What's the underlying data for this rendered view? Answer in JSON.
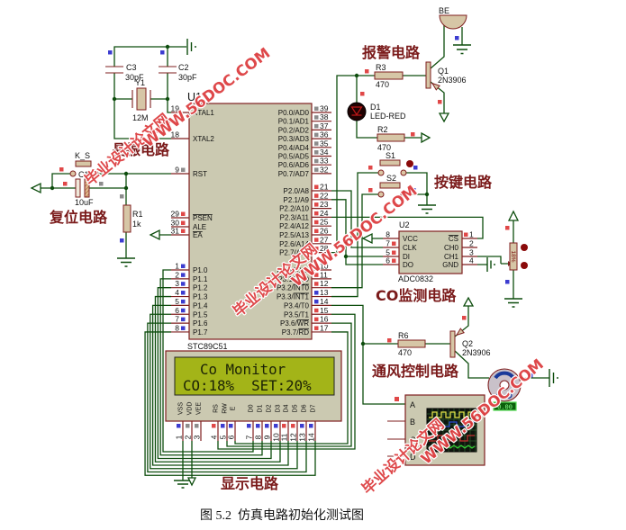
{
  "figure": {
    "caption": "图 5.2  仿真电路初始化测试图",
    "sections": {
      "crystal": "晶振电路",
      "reset": "复位电路",
      "alarm": "报警电路",
      "keys": "按键电路",
      "co_monitor": "CO监测电路",
      "ventilation": "通风控制电路",
      "display": "显示电路"
    },
    "watermark": {
      "site_name": "毕业设计论文网",
      "url": "WWW.56DOC.COM"
    }
  },
  "colors": {
    "wire": "#0d4d0d",
    "component_outline": "#7f1f1f",
    "component_fill": "#d6c6a6",
    "chip_fill": "#cbc9b1",
    "section_label": "#7a1a1a",
    "watermark": "#d8282a",
    "logic_high": "#e04848",
    "logic_low": "#3c3cd0",
    "logic_float": "#8c8c8c",
    "lcd_screen": "#a3b418"
  },
  "mcu": {
    "ref": "U1",
    "part": "STC89C51",
    "left_pins": [
      {
        "num": "19",
        "name": "XTAL1",
        "state": ""
      },
      {
        "num": "18",
        "name": "XTAL2",
        "state": ""
      },
      {
        "num": "9",
        "name": "RST",
        "state": "float"
      },
      {
        "num": "29",
        "name": "",
        "bar": "PSEN",
        "state": "high"
      },
      {
        "num": "30",
        "name": "ALE",
        "state": "high"
      },
      {
        "num": "31",
        "name": "",
        "bar": "EA",
        "state": "high"
      },
      {
        "num": "1",
        "name": "P1.0",
        "state": "low"
      },
      {
        "num": "2",
        "name": "P1.1",
        "state": "low"
      },
      {
        "num": "3",
        "name": "P1.2",
        "state": "low"
      },
      {
        "num": "4",
        "name": "P1.3",
        "state": "low"
      },
      {
        "num": "5",
        "name": "P1.4",
        "state": "low"
      },
      {
        "num": "6",
        "name": "P1.5",
        "state": "low"
      },
      {
        "num": "7",
        "name": "P1.6",
        "state": "low"
      },
      {
        "num": "8",
        "name": "P1.7",
        "state": "low"
      }
    ],
    "right_pins": [
      {
        "num": "39",
        "name": "P0.0/AD0",
        "state": "float"
      },
      {
        "num": "38",
        "name": "P0.1/AD1",
        "state": "float"
      },
      {
        "num": "37",
        "name": "P0.2/AD2",
        "state": "float"
      },
      {
        "num": "36",
        "name": "P0.3/AD3",
        "state": "float"
      },
      {
        "num": "35",
        "name": "P0.4/AD4",
        "state": "float"
      },
      {
        "num": "34",
        "name": "P0.5/AD5",
        "state": "float"
      },
      {
        "num": "33",
        "name": "P0.6/AD6",
        "state": "float"
      },
      {
        "num": "32",
        "name": "P0.7/AD7",
        "state": "float"
      },
      {
        "num": "21",
        "name": "P2.0/A8",
        "state": "high"
      },
      {
        "num": "22",
        "name": "P2.1/A9",
        "state": "high"
      },
      {
        "num": "23",
        "name": "P2.2/A10",
        "state": "high"
      },
      {
        "num": "24",
        "name": "P2.3/A11",
        "state": "high"
      },
      {
        "num": "25",
        "name": "P2.4/A12",
        "state": "high"
      },
      {
        "num": "26",
        "name": "P2.5/A13",
        "state": "high"
      },
      {
        "num": "27",
        "name": "P2.6/A14",
        "state": "high"
      },
      {
        "num": "28",
        "name": "P2.7/A15",
        "state": "high"
      },
      {
        "num": "10",
        "name": "P3.0/RXD",
        "state": "high"
      },
      {
        "num": "11",
        "name": "P3.1/TXD",
        "state": "high"
      },
      {
        "num": "12",
        "name": "P3.2/",
        "bar": "INT0",
        "state": "high"
      },
      {
        "num": "13",
        "name": "P3.3/",
        "bar": "INT1",
        "state": "low"
      },
      {
        "num": "14",
        "name": "P3.4/T0",
        "state": "low"
      },
      {
        "num": "15",
        "name": "P3.5/T1",
        "state": "high"
      },
      {
        "num": "16",
        "name": "P3.6/",
        "bar": "WR",
        "state": "high"
      },
      {
        "num": "17",
        "name": "P3.7/",
        "bar": "RD",
        "state": "high"
      }
    ]
  },
  "crystal_circuit": {
    "C3": {
      "ref": "C3",
      "value": "30pF"
    },
    "C2": {
      "ref": "C2",
      "value": "30pF"
    },
    "Y1": {
      "ref": "Y1",
      "value": "12M"
    }
  },
  "reset_circuit": {
    "button": {
      "ref": "K_S"
    },
    "C1": {
      "ref": "C1",
      "value": "10uF"
    },
    "R1": {
      "ref": "R1",
      "value": "1k"
    }
  },
  "alarm_circuit": {
    "buzzer": {
      "ref": "BE"
    },
    "Q1": {
      "ref": "Q1",
      "value": "2N3906"
    },
    "R3": {
      "ref": "R3",
      "value": "470"
    },
    "D1": {
      "ref": "D1",
      "value": "LED-RED"
    },
    "R2": {
      "ref": "R2",
      "value": "470"
    }
  },
  "keys": {
    "S1": {
      "ref": "S1"
    },
    "S2": {
      "ref": "S2"
    }
  },
  "adc": {
    "ref": "U2",
    "part": "ADC0832",
    "left_pins": [
      {
        "num": "8",
        "name": "VCC",
        "state": ""
      },
      {
        "num": "7",
        "name": "CLK",
        "state": "high"
      },
      {
        "num": "5",
        "name": "DI",
        "state": "high"
      },
      {
        "num": "6",
        "name": "DO",
        "state": "high"
      }
    ],
    "right_pins": [
      {
        "num": "1",
        "name": "",
        "bar": "CS",
        "state": "high"
      },
      {
        "num": "2",
        "name": "CH0",
        "state": ""
      },
      {
        "num": "3",
        "name": "CH1",
        "state": ""
      },
      {
        "num": "4",
        "name": "GND",
        "state": ""
      }
    ]
  },
  "co_sensor_pot": {
    "value": "18%"
  },
  "ventilation": {
    "Q2": {
      "ref": "Q2",
      "value": "2N3906"
    },
    "R6": {
      "ref": "R6",
      "value": "470"
    },
    "motor_readout": "0.00"
  },
  "oscilloscope": {
    "channels": [
      "A",
      "B",
      "C",
      "D"
    ]
  },
  "lcd": {
    "line1": "Co Monitor",
    "line2": "CO:18%  SET:20%",
    "pins": [
      {
        "num": "1",
        "name": "VSS",
        "state": "low"
      },
      {
        "num": "2",
        "name": "VDD",
        "state": "float"
      },
      {
        "num": "3",
        "name": "VEE",
        "state": "float"
      },
      {
        "num": "4",
        "name": "RS",
        "state": "high"
      },
      {
        "num": "5",
        "name": "RW",
        "state": "low"
      },
      {
        "num": "6",
        "name": "E",
        "state": "low"
      },
      {
        "num": "7",
        "name": "D0",
        "state": "low"
      },
      {
        "num": "8",
        "name": "D1",
        "state": "low"
      },
      {
        "num": "9",
        "name": "D2",
        "state": "low"
      },
      {
        "num": "10",
        "name": "D3",
        "state": "low"
      },
      {
        "num": "11",
        "name": "D4",
        "state": "high"
      },
      {
        "num": "12",
        "name": "D5",
        "state": "high"
      },
      {
        "num": "13",
        "name": "D6",
        "state": "low"
      },
      {
        "num": "14",
        "name": "D7",
        "state": "low"
      }
    ]
  }
}
